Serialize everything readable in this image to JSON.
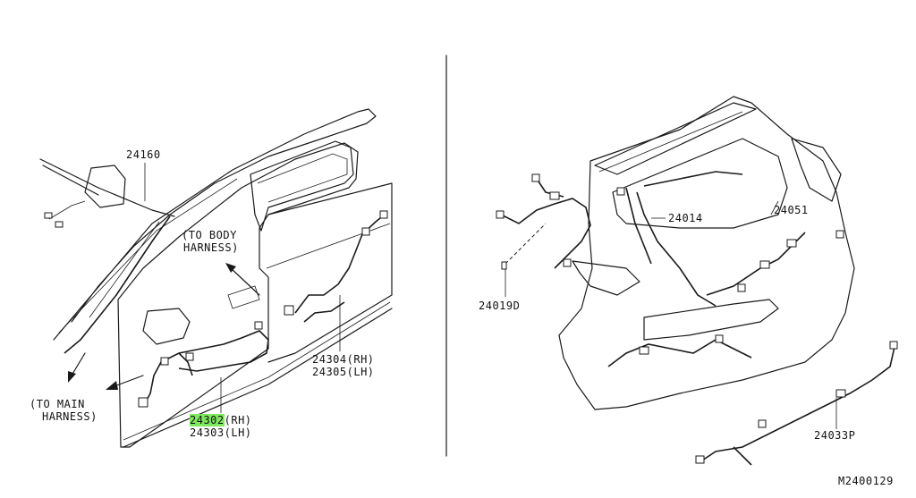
{
  "labels": {
    "p24160": "24160",
    "to_body_1": "(TO BODY",
    "to_body_2": "HARNESS)",
    "to_main_1": "(TO MAIN",
    "to_main_2": "HARNESS)",
    "p24302_part": "24302",
    "p24302_side": "(RH)",
    "p24303": "24303(LH)",
    "p24304": "24304(RH)",
    "p24305": "24305(LH)",
    "p24014": "24014",
    "p24051": "24051",
    "p24019d": "24019D",
    "p24033p": "24033P",
    "diagram_id": "M2400129"
  },
  "colors": {
    "line": "#1a1a1a",
    "highlight": "#7ee85f",
    "background": "#ffffff"
  }
}
